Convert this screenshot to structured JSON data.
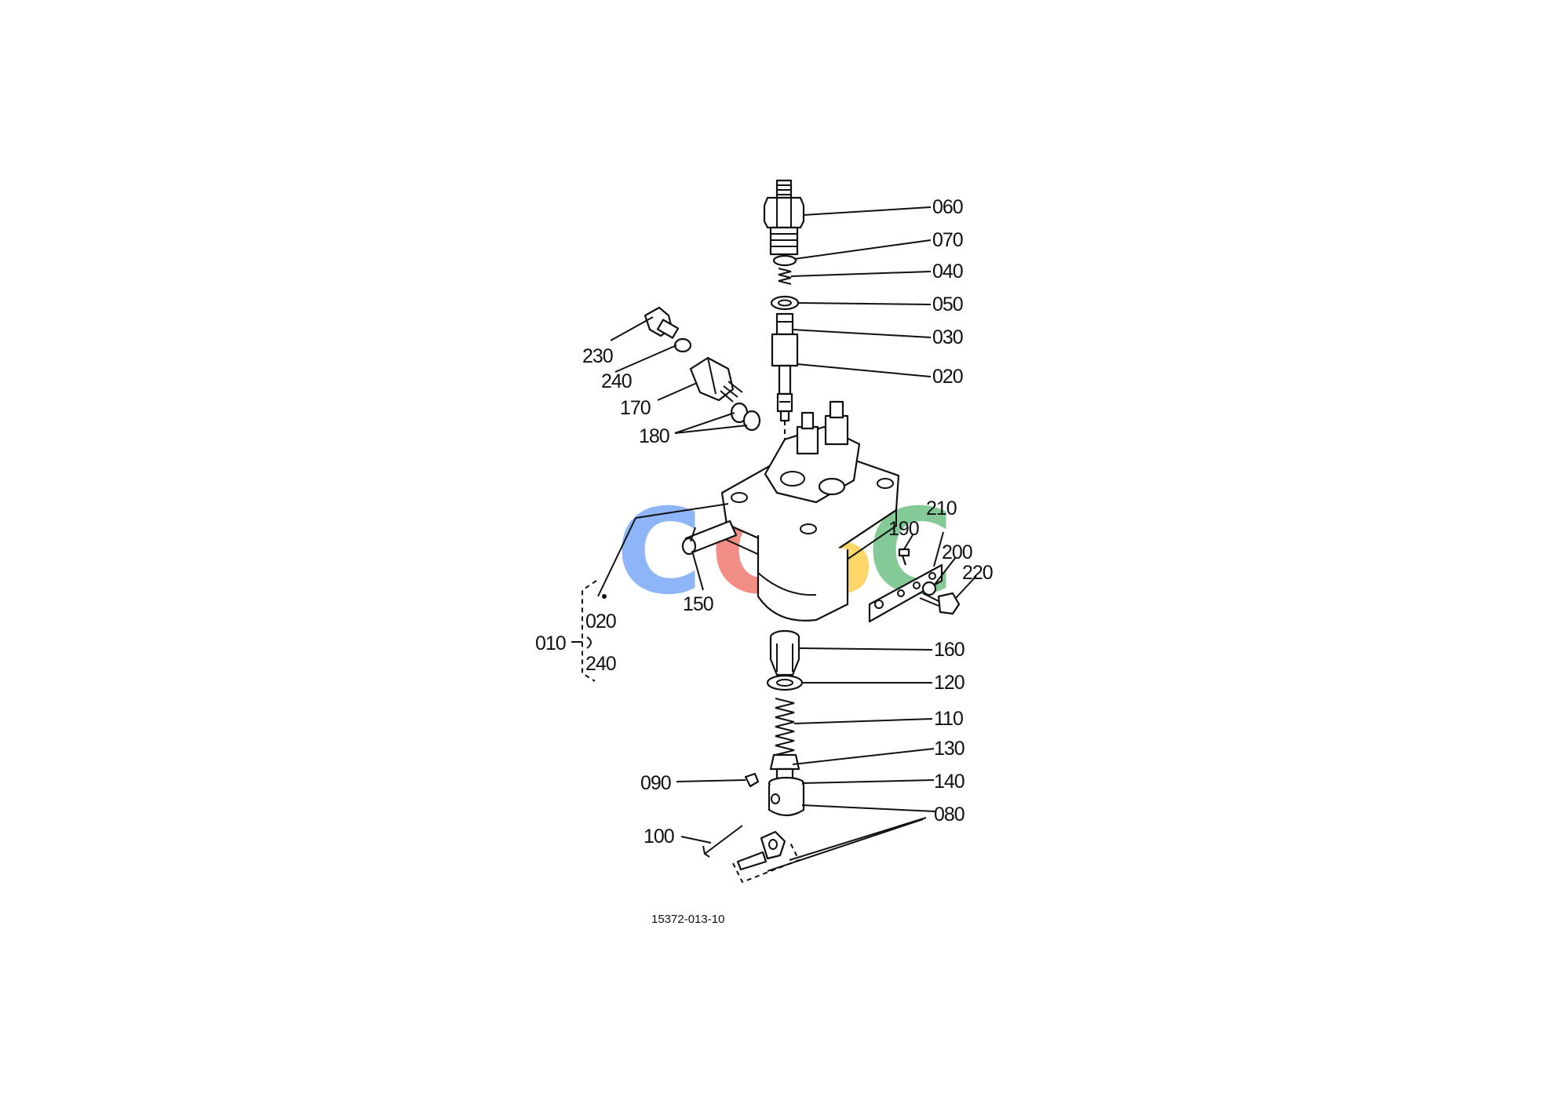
{
  "drawing_number": "15372-013-10",
  "watermark": {
    "letters": [
      "C",
      "G",
      "S",
      "C"
    ],
    "colors": [
      "#4285F4",
      "#EA4335",
      "#FBBC05",
      "#34A853"
    ]
  },
  "callouts": {
    "c060": "060",
    "c070": "070",
    "c040": "040",
    "c050": "050",
    "c030": "030",
    "c020": "020",
    "c230": "230",
    "c240": "240",
    "c170": "170",
    "c180": "180",
    "c210": "210",
    "c190": "190",
    "c200": "200",
    "c220": "220",
    "c150": "150",
    "c010": "010",
    "c010_from": "020",
    "c010_to": "240",
    "c160": "160",
    "c120": "120",
    "c110": "110",
    "c130": "130",
    "c090": "090",
    "c140": "140",
    "c100": "100",
    "c080": "080"
  }
}
